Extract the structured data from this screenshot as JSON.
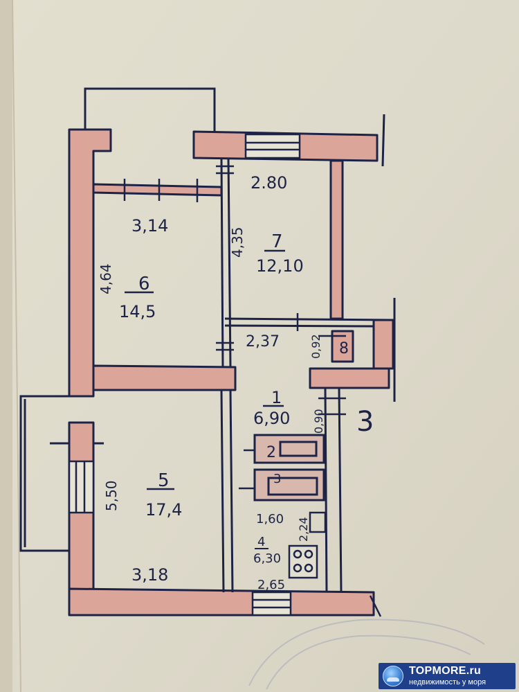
{
  "plan": {
    "rooms": [
      {
        "number": "1",
        "area": "6,90"
      },
      {
        "number": "2"
      },
      {
        "number": "3"
      },
      {
        "number": "4",
        "area": "6,30"
      },
      {
        "number": "5",
        "area": "17,4"
      },
      {
        "number": "6",
        "area": "14,5"
      },
      {
        "number": "7",
        "area": "12,10"
      },
      {
        "number": "8"
      }
    ],
    "dimensions": [
      "2.80",
      "3,14",
      "4,35",
      "4,64",
      "2,37",
      "0,92",
      "0,90",
      "5,50",
      "3,18",
      "1,60",
      "2,24",
      "2,65"
    ],
    "section_mark": "3",
    "colors": {
      "wall_fill": "#dba59a",
      "ink": "#1c2347",
      "paper": "#e4e0d0"
    }
  },
  "watermark": {
    "title": "TOPMORE.ru",
    "subtitle": "недвижимость у моря",
    "colors": {
      "background": "#1f3f8a",
      "text": "#ffffff"
    }
  }
}
